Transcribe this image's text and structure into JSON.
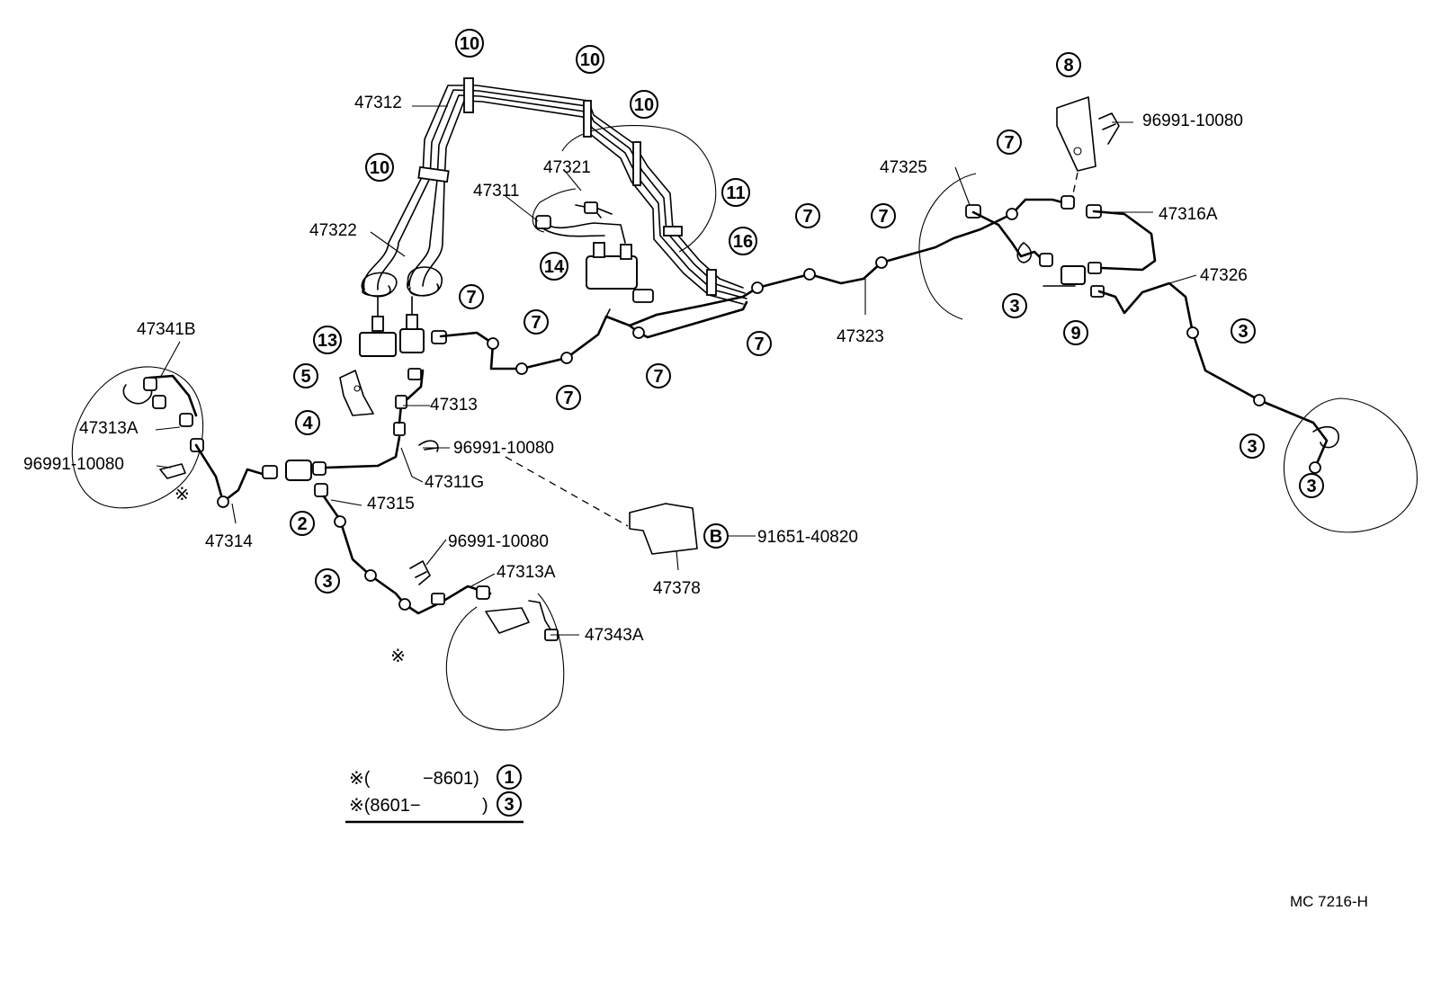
{
  "part_labels": [
    {
      "id": "p47312",
      "text": "47312"
    },
    {
      "id": "p47322",
      "text": "47322"
    },
    {
      "id": "p47321",
      "text": "47321"
    },
    {
      "id": "p47311",
      "text": "47311"
    },
    {
      "id": "p47341B",
      "text": "47341B"
    },
    {
      "id": "p47313A1",
      "text": "47313A"
    },
    {
      "id": "p96991a",
      "text": "96991-10080"
    },
    {
      "id": "p47313",
      "text": "47313"
    },
    {
      "id": "p96991b",
      "text": "96991-10080"
    },
    {
      "id": "p47311G",
      "text": "47311G"
    },
    {
      "id": "p47315",
      "text": "47315"
    },
    {
      "id": "p47314",
      "text": "47314"
    },
    {
      "id": "p96991c",
      "text": "96991-10080"
    },
    {
      "id": "p47313A2",
      "text": "47313A"
    },
    {
      "id": "p47343A",
      "text": "47343A"
    },
    {
      "id": "p47378",
      "text": "47378"
    },
    {
      "id": "p91651",
      "text": "91651-40820"
    },
    {
      "id": "p47323",
      "text": "47323"
    },
    {
      "id": "p47325",
      "text": "47325"
    },
    {
      "id": "p96991d",
      "text": "96991-10080"
    },
    {
      "id": "p47316A",
      "text": "47316A"
    },
    {
      "id": "p47326",
      "text": "47326"
    }
  ],
  "callouts": [
    {
      "id": "c10a",
      "text": "10"
    },
    {
      "id": "c10b",
      "text": "10"
    },
    {
      "id": "c10c",
      "text": "10"
    },
    {
      "id": "c10d",
      "text": "10"
    },
    {
      "id": "c11",
      "text": "11"
    },
    {
      "id": "c16",
      "text": "16"
    },
    {
      "id": "c14",
      "text": "14"
    },
    {
      "id": "c13",
      "text": "13"
    },
    {
      "id": "c5",
      "text": "5"
    },
    {
      "id": "c4",
      "text": "4"
    },
    {
      "id": "c2",
      "text": "2"
    },
    {
      "id": "c3a",
      "text": "3"
    },
    {
      "id": "c7a",
      "text": "7"
    },
    {
      "id": "c7b",
      "text": "7"
    },
    {
      "id": "c7c",
      "text": "7"
    },
    {
      "id": "c7d",
      "text": "7"
    },
    {
      "id": "c7e",
      "text": "7"
    },
    {
      "id": "c7f",
      "text": "7"
    },
    {
      "id": "c7g",
      "text": "7"
    },
    {
      "id": "c7h",
      "text": "7"
    },
    {
      "id": "c8",
      "text": "8"
    },
    {
      "id": "c9",
      "text": "9"
    },
    {
      "id": "c3b",
      "text": "3"
    },
    {
      "id": "c3c",
      "text": "3"
    },
    {
      "id": "c3d",
      "text": "3"
    },
    {
      "id": "c3e",
      "text": "3"
    },
    {
      "id": "cB",
      "text": "B"
    }
  ],
  "note": {
    "marker": "※",
    "row1_open": "※(",
    "row1_range": "−8601)",
    "row1_ref": "1",
    "row2_open": "※(8601−",
    "row2_close": ")",
    "row2_ref": "3"
  },
  "figure_code": "MC  7216-H"
}
